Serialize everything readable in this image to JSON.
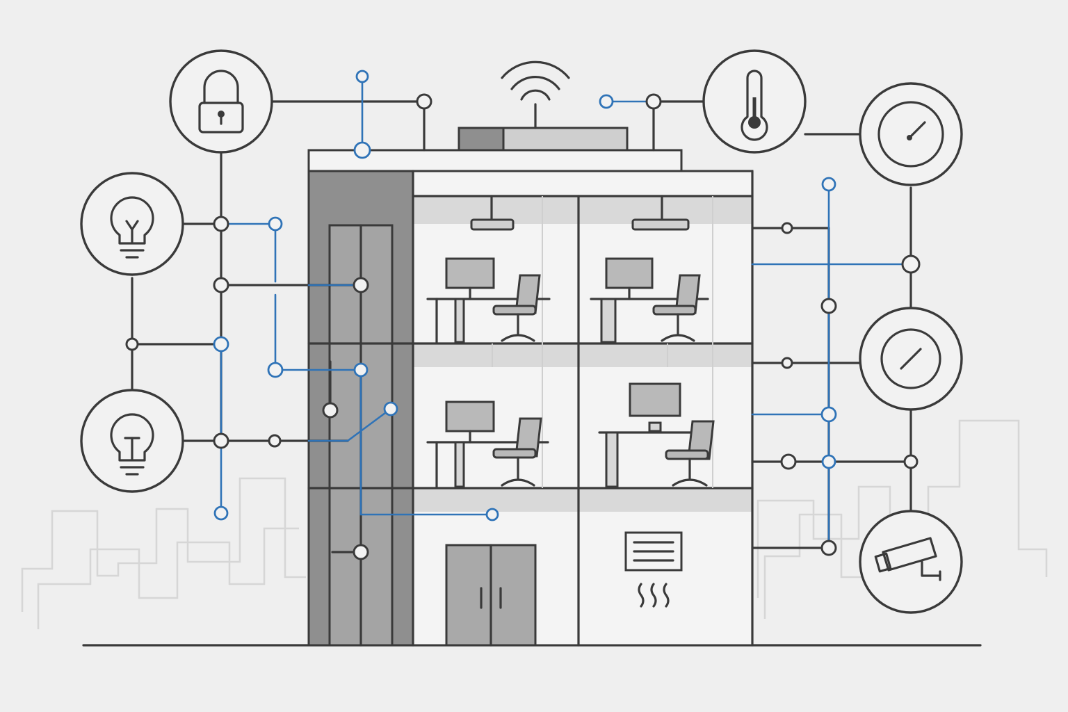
{
  "diagram": {
    "subject": "smart-building",
    "colors": {
      "background": "#efefef",
      "line": "#3a3a3a",
      "accent": "#2f73b7",
      "elevator_shaft": "#8f8f8f",
      "furniture": "#b9b9b9"
    },
    "devices_left": [
      {
        "icon": "padlock-icon"
      },
      {
        "icon": "lightbulb-icon"
      },
      {
        "icon": "lightbulb-icon"
      }
    ],
    "devices_right": [
      {
        "icon": "thermometer-icon"
      },
      {
        "icon": "gauge-icon"
      },
      {
        "icon": "dial-icon"
      },
      {
        "icon": "security-camera-icon"
      }
    ],
    "rooftop": {
      "icon": "wifi-icon"
    },
    "rooms": [
      {
        "floor": 3,
        "contents": [
          "ceiling-light",
          "desk",
          "monitor",
          "office-chair"
        ]
      },
      {
        "floor": 3,
        "contents": [
          "ceiling-light",
          "desk",
          "monitor",
          "office-chair"
        ]
      },
      {
        "floor": 2,
        "contents": [
          "desk",
          "monitor",
          "office-chair"
        ]
      },
      {
        "floor": 2,
        "contents": [
          "desk",
          "monitor",
          "office-chair"
        ]
      },
      {
        "floor": 1,
        "contents": [
          "double-door"
        ]
      },
      {
        "floor": 1,
        "contents": [
          "heater-vent"
        ]
      }
    ]
  }
}
